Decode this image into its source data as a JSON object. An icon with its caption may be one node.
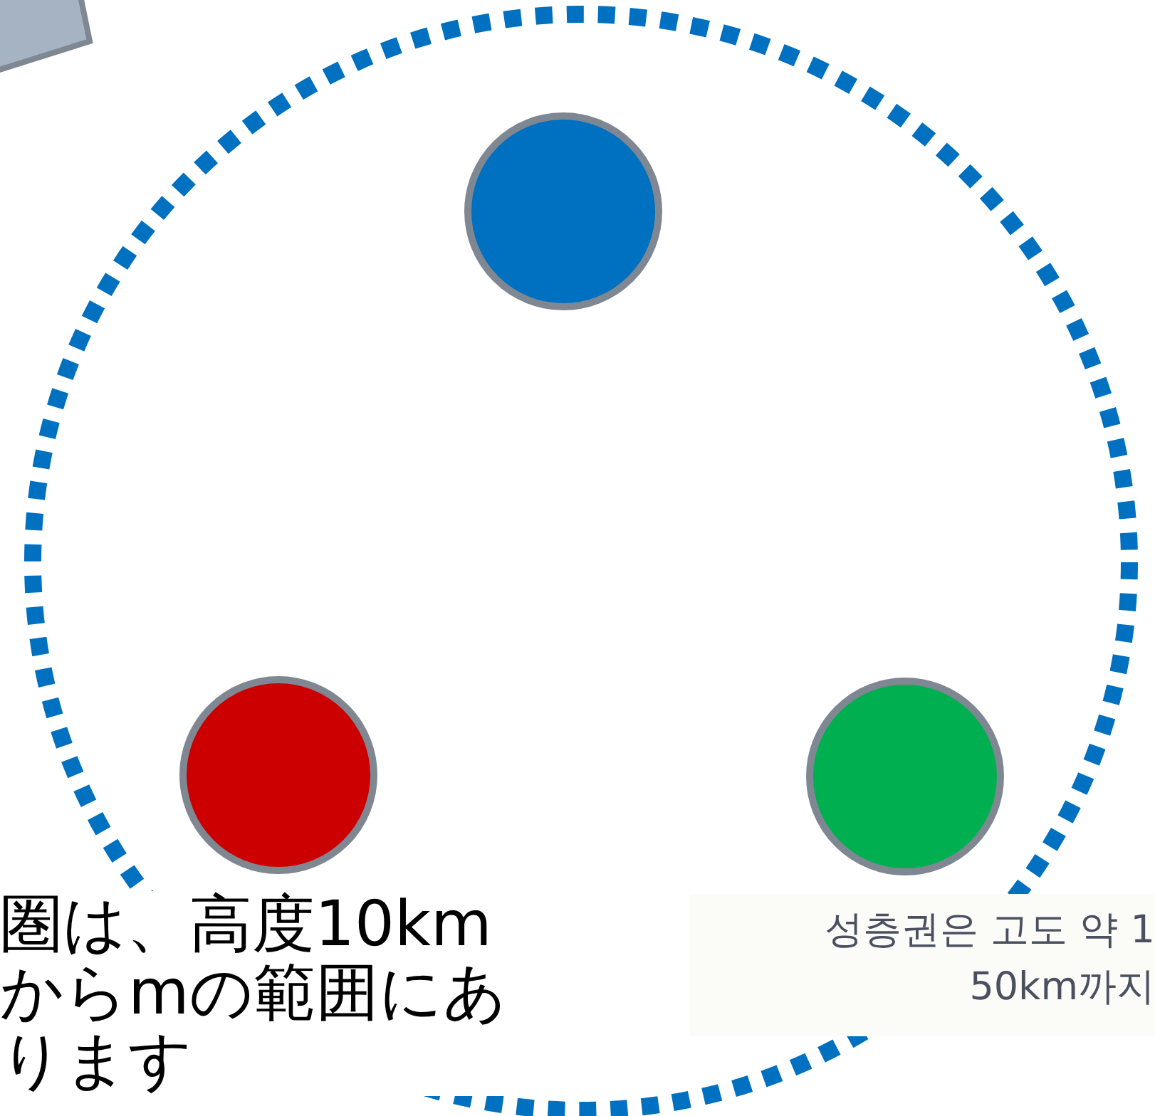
{
  "diagram": {
    "nodes": [
      {
        "text": [],
        "shape": "circle"
      },
      {
        "text": [],
        "shape": "circle",
        "in": 0
      },
      {
        "text": [],
        "shape": "circle",
        "in": 0
      },
      {
        "text": [],
        "shape": "circle",
        "in": 0
      }
    ],
    "labels": [
      "圏は、高度10kmからmの範囲にあります",
      "성층권은 고도 약 1 50km까지"
    ]
  }
}
